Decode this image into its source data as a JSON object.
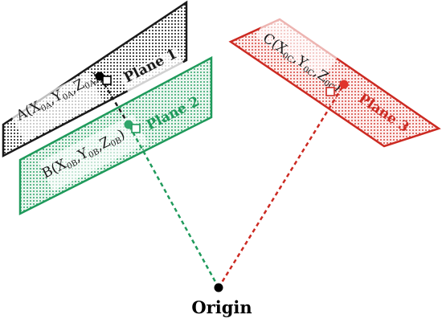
{
  "colors": {
    "plane1": "#1a1a1a",
    "plane2": "#1f9a5b",
    "plane3": "#cc2a22",
    "origin": "#000000"
  },
  "planes": [
    {
      "title": "Plane 1"
    },
    {
      "title": "Plane 2"
    },
    {
      "title": "Plane 3"
    }
  ],
  "points": [
    {
      "letter": "A",
      "open": "(",
      "x": "X",
      "xs": "0A",
      "sep1": ",",
      "y": "Y",
      "ys": "0A",
      "sep2": ",",
      "z": "Z",
      "zs": "0A",
      "close": ")"
    },
    {
      "letter": "B",
      "open": "(",
      "x": "X",
      "xs": "0B",
      "sep1": ",",
      "y": "Y",
      "ys": "0B",
      "sep2": ",",
      "z": "Z",
      "zs": "0B",
      "close": ")"
    },
    {
      "letter": "C",
      "open": "(",
      "x": "X",
      "xs": "0C",
      "sep1": ",",
      "y": "Y",
      "ys": "0C",
      "sep2": ",",
      "z": "Z",
      "zs": "0C",
      "close": ")"
    }
  ],
  "origin": {
    "label": "Origin"
  }
}
